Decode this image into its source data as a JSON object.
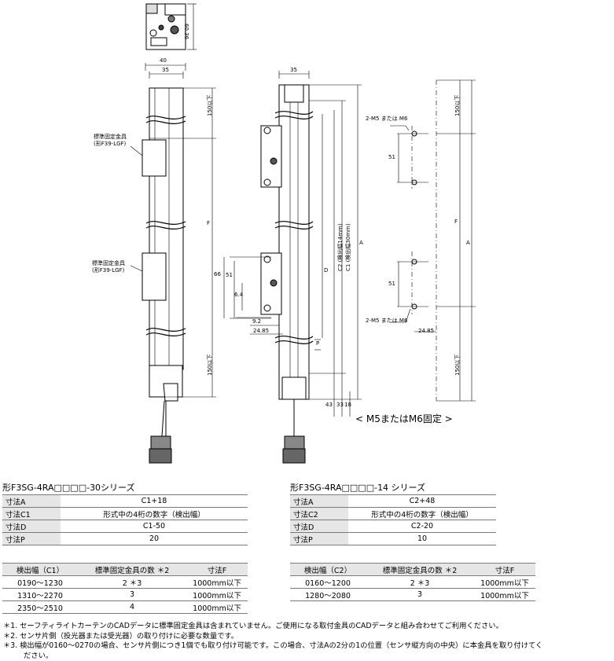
{
  "drawing": {
    "dims": {
      "top_height": "60.36",
      "w40": "40",
      "w35_left": "35",
      "w35_center": "35",
      "d150_top": "150以下",
      "f_left": "F",
      "d150_bottom": "150以下",
      "d66": "66",
      "d51_center": "51",
      "d6_4": "6.4",
      "d9_2": "9.2",
      "d24_85_center": "24.85",
      "p": "P",
      "d": "D",
      "c2": "C2 (検出幅14mm)",
      "c1": "C1 (検出幅30mm)",
      "a_center": "A",
      "d43": "43",
      "d33": "33",
      "d18": "18",
      "hole_label_top": "2-M5 または M6",
      "hole_label_bottom": "2-M5 または M6",
      "d51_right_top": "51",
      "d51_right_bottom": "51",
      "d24_85_right": "24.85",
      "d150_right_top": "150以下",
      "f_right": "F",
      "a_right": "A",
      "d150_right_bottom": "150以下",
      "bracket_label_top_1": "標準固定金具",
      "bracket_label_top_2": "(形F39-LGF)",
      "bracket_label_bottom_1": "標準固定金具",
      "bracket_label_bottom_2": "(形F39-LGF)"
    },
    "mount_caption": "< M5またはM6固定 >"
  },
  "left_series": {
    "title": "形F3SG-4RA□□□□-30シリーズ",
    "dims": [
      {
        "key": "寸法A",
        "value": "C1+18"
      },
      {
        "key": "寸法C1",
        "value": "形式中の4桁の数字（検出幅）"
      },
      {
        "key": "寸法D",
        "value": "C1-50"
      },
      {
        "key": "寸法P",
        "value": "20"
      }
    ],
    "range_headers": [
      "検出幅（C1）",
      "標準固定金具の数 ＊2",
      "寸法F"
    ],
    "ranges": [
      [
        "0190～1230",
        "2 ＊3",
        "1000mm以下"
      ],
      [
        "1310～2270",
        "3",
        "1000mm以下"
      ],
      [
        "2350～2510",
        "4",
        "1000mm以下"
      ]
    ]
  },
  "right_series": {
    "title": "形F3SG-4RA□□□□-14 シリーズ",
    "dims": [
      {
        "key": "寸法A",
        "value": "C2+48"
      },
      {
        "key": "寸法C2",
        "value": "形式中の4桁の数字（検出幅）"
      },
      {
        "key": "寸法D",
        "value": "C2-20"
      },
      {
        "key": "寸法P",
        "value": "10"
      }
    ],
    "range_headers": [
      "検出幅（C2）",
      "標準固定金具の数 ＊2",
      "寸法F"
    ],
    "ranges": [
      [
        "0160～1200",
        "2 ＊3",
        "1000mm以下"
      ],
      [
        "1280～2080",
        "3",
        "1000mm以下"
      ]
    ]
  },
  "notes": [
    "＊1. セーフティライトカーテンのCADデータに標準固定金具は含まれていません。ご使用になる取付金具のCADデータと組み合わせてご利用ください。",
    "＊2. センサ片側（投光器または受光器）の取り付けに必要な数量です。",
    "＊3. 検出幅が0160～0270の場合、センサ片側につき1個でも取り付け可能です。この場合、寸法Aの2分の1の位置（センサ縦方向の中央）に本金具を取り付けてく",
    "ださい。"
  ]
}
